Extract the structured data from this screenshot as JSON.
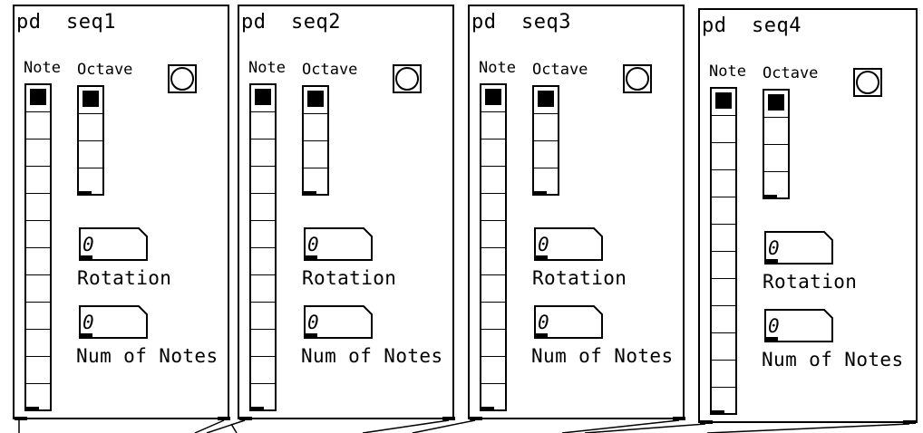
{
  "patches": [
    {
      "title": "pd  seq1",
      "note_label": "Note",
      "octave_label": "Octave",
      "rotation_value": "0",
      "rotation_label": "Rotation",
      "numnotes_value": "0",
      "numnotes_label": "Num of Notes",
      "note_active": 0,
      "octave_active": 0
    },
    {
      "title": "pd  seq2",
      "note_label": "Note",
      "octave_label": "Octave",
      "rotation_value": "0",
      "rotation_label": "Rotation",
      "numnotes_value": "0",
      "numnotes_label": "Num of Notes",
      "note_active": 0,
      "octave_active": 0
    },
    {
      "title": "pd  seq3",
      "note_label": "Note",
      "octave_label": "Octave",
      "rotation_value": "0",
      "rotation_label": "Rotation",
      "numnotes_value": "0",
      "numnotes_label": "Num of Notes",
      "note_active": 0,
      "octave_active": 0
    },
    {
      "title": "pd  seq4",
      "note_label": "Note",
      "octave_label": "Octave",
      "rotation_value": "0",
      "rotation_label": "Rotation",
      "numnotes_value": "0",
      "numnotes_label": "Num of Notes",
      "note_active": 0,
      "octave_active": 0
    }
  ],
  "note_radio_count": 12,
  "octave_radio_count": 4,
  "icons": {
    "bang": "bang-circle-icon"
  },
  "colors": {
    "ink": "#000000",
    "background": "#ffffff"
  }
}
